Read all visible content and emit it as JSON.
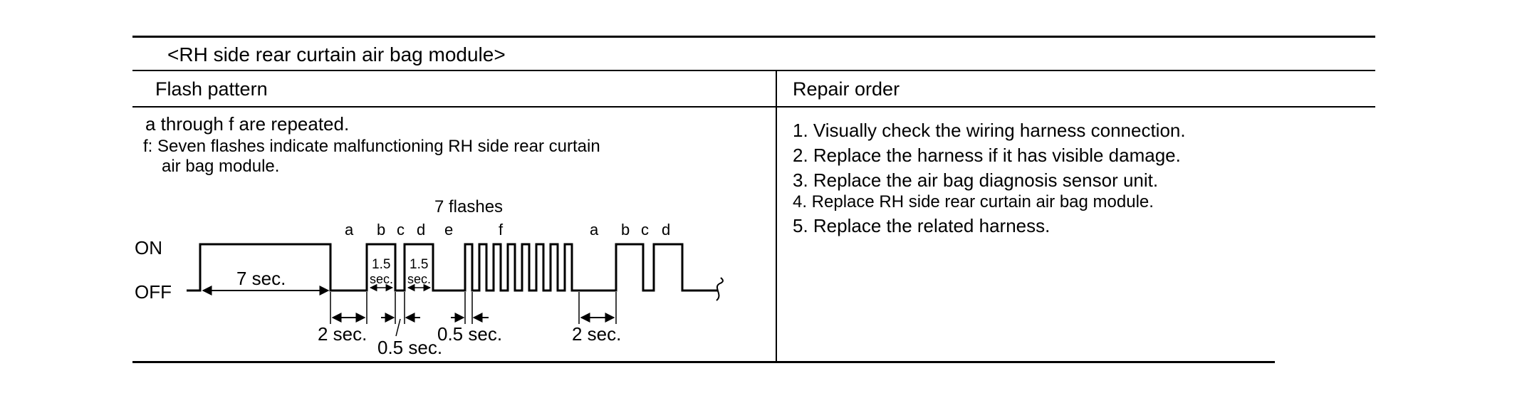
{
  "table": {
    "title": "<RH side rear curtain air bag module>",
    "col_flash": "Flash pattern",
    "col_repair": "Repair order"
  },
  "flash": {
    "note_repeat": "a through f are repeated.",
    "note_f_line1": "f: Seven flashes indicate malfunctioning RH side rear curtain",
    "note_f_line2": "air bag module."
  },
  "diagram": {
    "title": "7 flashes",
    "on_label": "ON",
    "off_label": "OFF",
    "duration_7": "7 sec.",
    "duration_1_5": "1.5",
    "sec_abbr": "sec.",
    "duration_2": "2 sec.",
    "duration_0_5": "0.5 sec.",
    "segment_labels": [
      "a",
      "b",
      "c",
      "d",
      "e",
      "f",
      "a",
      "b",
      "c",
      "d"
    ]
  },
  "repair": {
    "steps": [
      "1. Visually check the wiring harness connection.",
      "2. Replace the harness if it has visible damage.",
      "3. Replace the air bag diagnosis sensor unit.",
      "4. Replace RH side rear curtain air bag module.",
      "5. Replace the related harness."
    ]
  }
}
